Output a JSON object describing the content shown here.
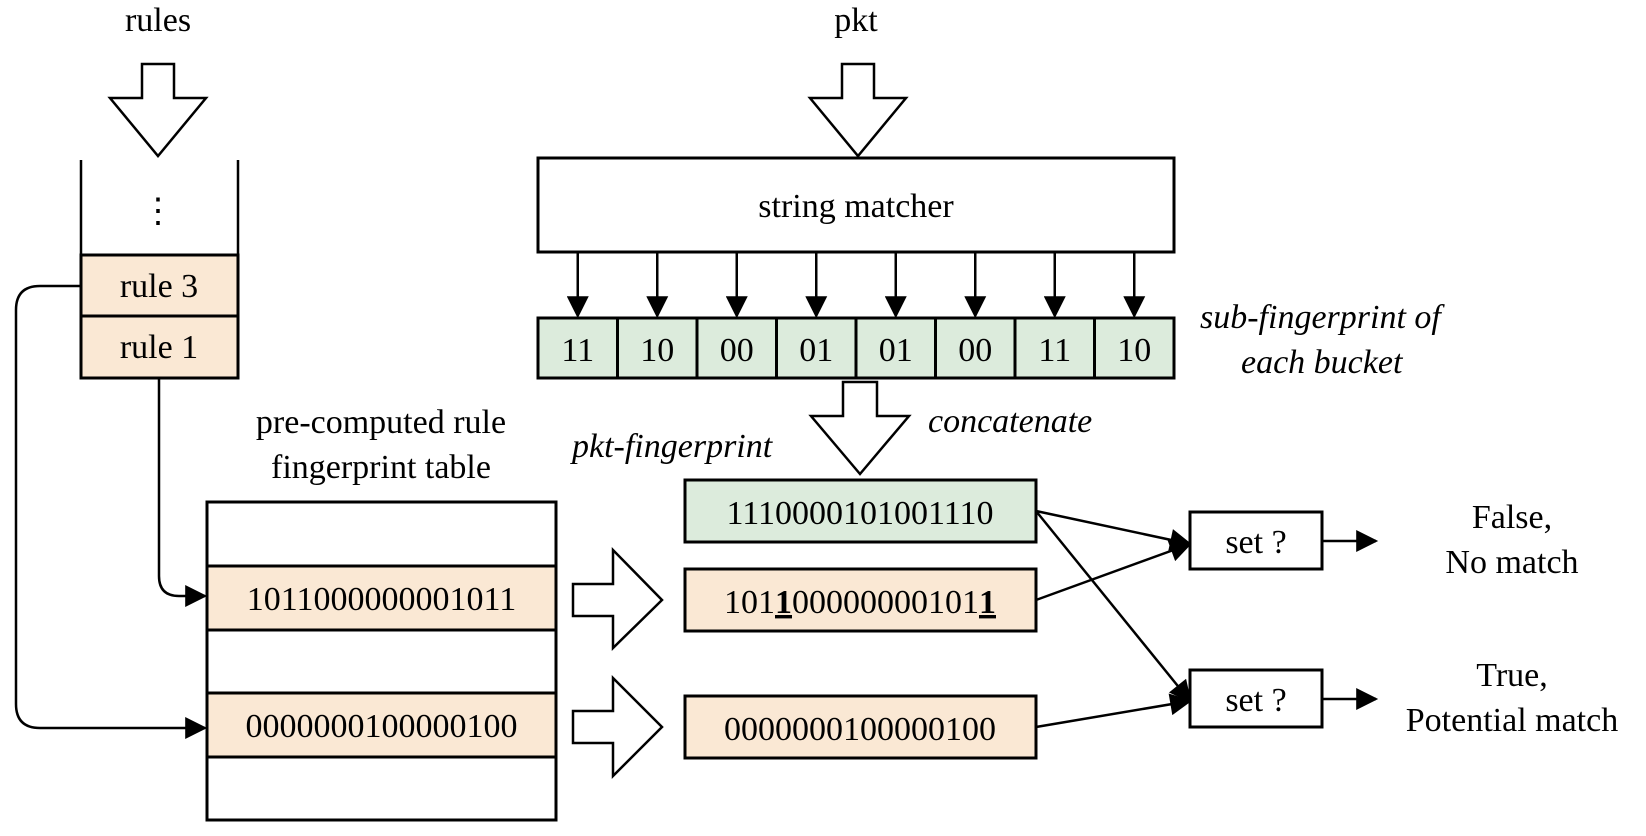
{
  "labels": {
    "rules": "rules",
    "pkt": "pkt",
    "ellipsis": "⋮",
    "rule3": "rule 3",
    "rule1": "rule 1",
    "string_matcher": "string matcher",
    "sub_fp_line1": "sub-fingerprint of",
    "sub_fp_line2": "each bucket",
    "concatenate": "concatenate",
    "pkt_fingerprint": "pkt-fingerprint",
    "table_title_line1": "pre-computed rule",
    "table_title_line2": "fingerprint table"
  },
  "buckets": [
    "11",
    "10",
    "00",
    "01",
    "01",
    "00",
    "11",
    "10"
  ],
  "pkt_fp_value": "1110000101001110",
  "table_rows": [
    "",
    "1011000000001011",
    "",
    "0000000100000100",
    ""
  ],
  "result_rows": [
    {
      "parts": [
        {
          "text": "101",
          "emph": false
        },
        {
          "text": "1",
          "emph": true
        },
        {
          "text": "00000000101",
          "emph": false
        },
        {
          "text": "1",
          "emph": true
        }
      ]
    },
    {
      "parts": [
        {
          "text": "0000000100000100",
          "emph": false
        }
      ]
    }
  ],
  "checks": [
    {
      "label": "set ?",
      "out_line1": "False,",
      "out_line2": "No match"
    },
    {
      "label": "set ?",
      "out_line1": "True,",
      "out_line2": "Potential match"
    }
  ],
  "colors": {
    "rule_fill": "#fae8d4",
    "bucket_fill": "#dcebdc",
    "stroke": "#000000"
  }
}
